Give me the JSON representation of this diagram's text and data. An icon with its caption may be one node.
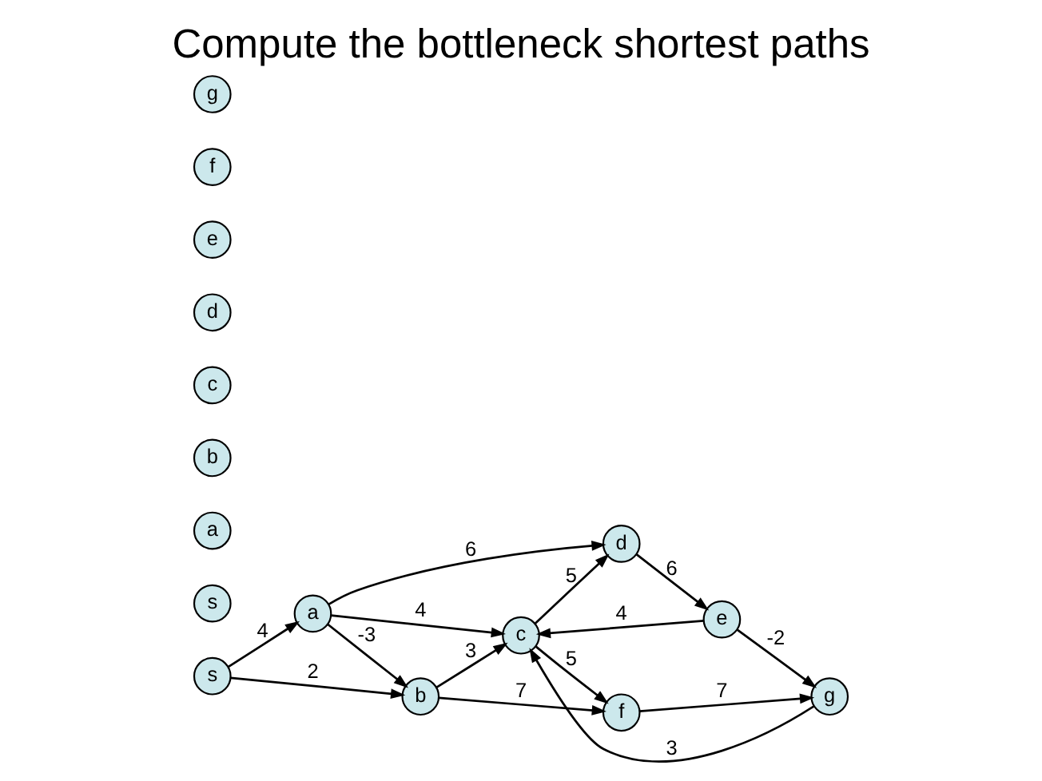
{
  "diagram": {
    "title": "Compute the bottleneck shortest paths",
    "nodes": [
      {
        "text": [
          "s"
        ]
      },
      {
        "text": [
          "a"
        ]
      },
      {
        "text": [
          "b"
        ]
      },
      {
        "text": [
          "c"
        ]
      },
      {
        "text": [
          "d"
        ]
      },
      {
        "text": [
          "e"
        ]
      },
      {
        "text": [
          "f"
        ]
      },
      {
        "text": [
          "g"
        ]
      },
      {
        "text": [
          "s"
        ]
      },
      {
        "text": [
          "a"
        ]
      },
      {
        "text": [
          "b"
        ]
      },
      {
        "text": [
          "c"
        ]
      },
      {
        "text": [
          "d"
        ]
      },
      {
        "text": [
          "e"
        ]
      },
      {
        "text": [
          "f"
        ]
      },
      {
        "text": [
          "g"
        ]
      }
    ],
    "edges": [
      {
        "from": 0,
        "to": 1,
        "arrow": "to",
        "label": "4"
      },
      {
        "from": 0,
        "to": 2,
        "arrow": "to",
        "label": "2"
      },
      {
        "from": 1,
        "to": 4,
        "arrow": "to",
        "label": "6"
      },
      {
        "from": 1,
        "to": 3,
        "arrow": "to",
        "label": "4"
      },
      {
        "from": 1,
        "to": 2,
        "arrow": "to",
        "label": "-3"
      },
      {
        "from": 2,
        "to": 3,
        "arrow": "to",
        "label": "3"
      },
      {
        "from": 2,
        "to": 6,
        "arrow": "to",
        "label": "7"
      },
      {
        "from": 3,
        "to": 4,
        "arrow": "to",
        "label": "5"
      },
      {
        "from": 4,
        "to": 5,
        "arrow": "to",
        "label": "6"
      },
      {
        "from": 5,
        "to": 3,
        "arrow": "to",
        "label": "4"
      },
      {
        "from": 5,
        "to": 7,
        "arrow": "to",
        "label": "-2"
      },
      {
        "from": 7,
        "to": 3,
        "arrow": "to",
        "label": "3"
      },
      {
        "from": 3,
        "to": 6,
        "arrow": "to",
        "label": "5"
      },
      {
        "from": 6,
        "to": 7,
        "arrow": "to",
        "label": "7"
      }
    ]
  }
}
